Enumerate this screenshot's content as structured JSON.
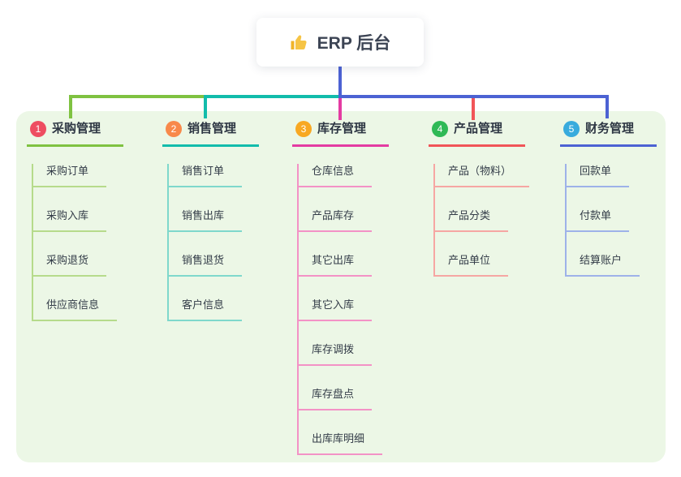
{
  "root": {
    "icon": "thumbs-up",
    "label": "ERP 后台"
  },
  "panel_color": "#ecf7e6",
  "trunk_color": "#4c62d3",
  "branches": [
    {
      "num": "1",
      "label": "采购管理",
      "badge_color": "#ee4d61",
      "line_color": "#7fc241",
      "child_line_color": "#b6db8b",
      "children": [
        "采购订单",
        "采购入库",
        "采购退货",
        "供应商信息"
      ]
    },
    {
      "num": "2",
      "label": "销售管理",
      "badge_color": "#f8894a",
      "line_color": "#12bcab",
      "child_line_color": "#7fd8cc",
      "children": [
        "销售订单",
        "销售出库",
        "销售退货",
        "客户信息"
      ]
    },
    {
      "num": "3",
      "label": "库存管理",
      "badge_color": "#f8a822",
      "line_color": "#e43ba2",
      "child_line_color": "#f392c6",
      "children": [
        "仓库信息",
        "产品库存",
        "其它出库",
        "其它入库",
        "库存调拨",
        "库存盘点",
        "出库库明细"
      ]
    },
    {
      "num": "4",
      "label": "产品管理",
      "badge_color": "#2fb956",
      "line_color": "#f15558",
      "child_line_color": "#f6a6a3",
      "children": [
        "产品（物料）",
        "产品分类",
        "产品单位"
      ]
    },
    {
      "num": "5",
      "label": "财务管理",
      "badge_color": "#38abdd",
      "line_color": "#4c62d3",
      "child_line_color": "#9eb2e9",
      "children": [
        "回款单",
        "付款单",
        "结算账户"
      ]
    }
  ]
}
